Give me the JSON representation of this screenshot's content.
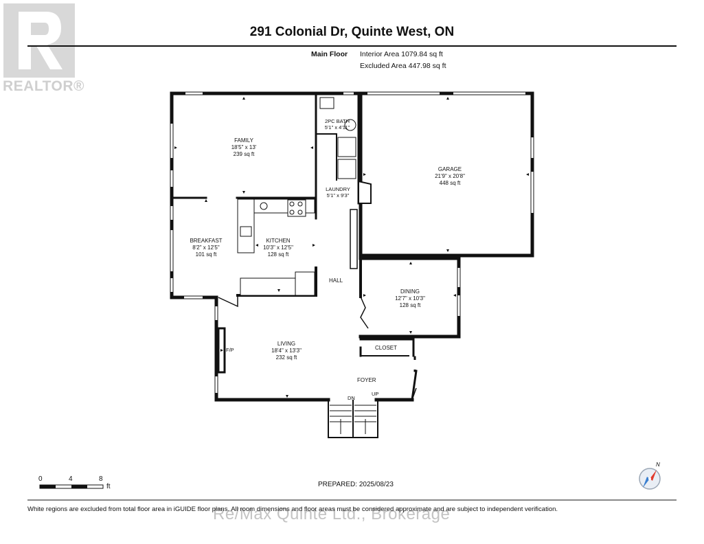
{
  "header": {
    "title": "291 Colonial Dr, Quinte West, ON",
    "floor_label": "Main Floor",
    "interior_area": "Interior Area 1079.84 sq ft",
    "excluded_area": "Excluded Area 447.98 sq ft"
  },
  "logo": {
    "text": "REALTOR®",
    "icon": "realtor-logo-icon"
  },
  "rooms": [
    {
      "key": "family",
      "name": "FAMILY",
      "dims": "18'5\" x 13'",
      "area": "239 sq ft"
    },
    {
      "key": "bath",
      "name": "2PC BATH",
      "dims": "5'1\" x 4'11\"",
      "area": ""
    },
    {
      "key": "garage",
      "name": "GARAGE",
      "dims": "21'9\" x 20'8\"",
      "area": "448 sq ft"
    },
    {
      "key": "laundry",
      "name": "LAUNDRY",
      "dims": "5'1\" x 9'3\"",
      "area": ""
    },
    {
      "key": "breakfast",
      "name": "BREAKFAST",
      "dims": "8'2\" x 12'5\"",
      "area": "101 sq ft"
    },
    {
      "key": "kitchen",
      "name": "KITCHEN",
      "dims": "10'3\" x 12'5\"",
      "area": "128 sq ft"
    },
    {
      "key": "dining",
      "name": "DINING",
      "dims": "12'7\" x 10'3\"",
      "area": "128 sq ft"
    },
    {
      "key": "living",
      "name": "LIVING",
      "dims": "18'4\" x 13'3\"",
      "area": "232 sq ft"
    }
  ],
  "labels": {
    "hall": "HALL",
    "closet": "CLOSET",
    "foyer": "FOYER",
    "fireplace": "F/P",
    "down": "DN",
    "up": "UP"
  },
  "scale": {
    "ticks": [
      "0",
      "4",
      "8"
    ],
    "unit": "ft"
  },
  "compass": {
    "north_label": "N",
    "icon": "compass-icon"
  },
  "footer": {
    "prepared": "PREPARED: 2025/08/23",
    "disclaimer": "White regions are excluded from total floor area in iGUIDE floor plans. All room dimensions and floor areas must be considered approximate and are subject to independent verification.",
    "watermark": "Re/Max Quinte Ltd., Brokerage"
  },
  "colors": {
    "wall": "#111111",
    "window": "#ffffff",
    "compass_red": "#e23b2e",
    "compass_blue": "#3a7fd0"
  }
}
